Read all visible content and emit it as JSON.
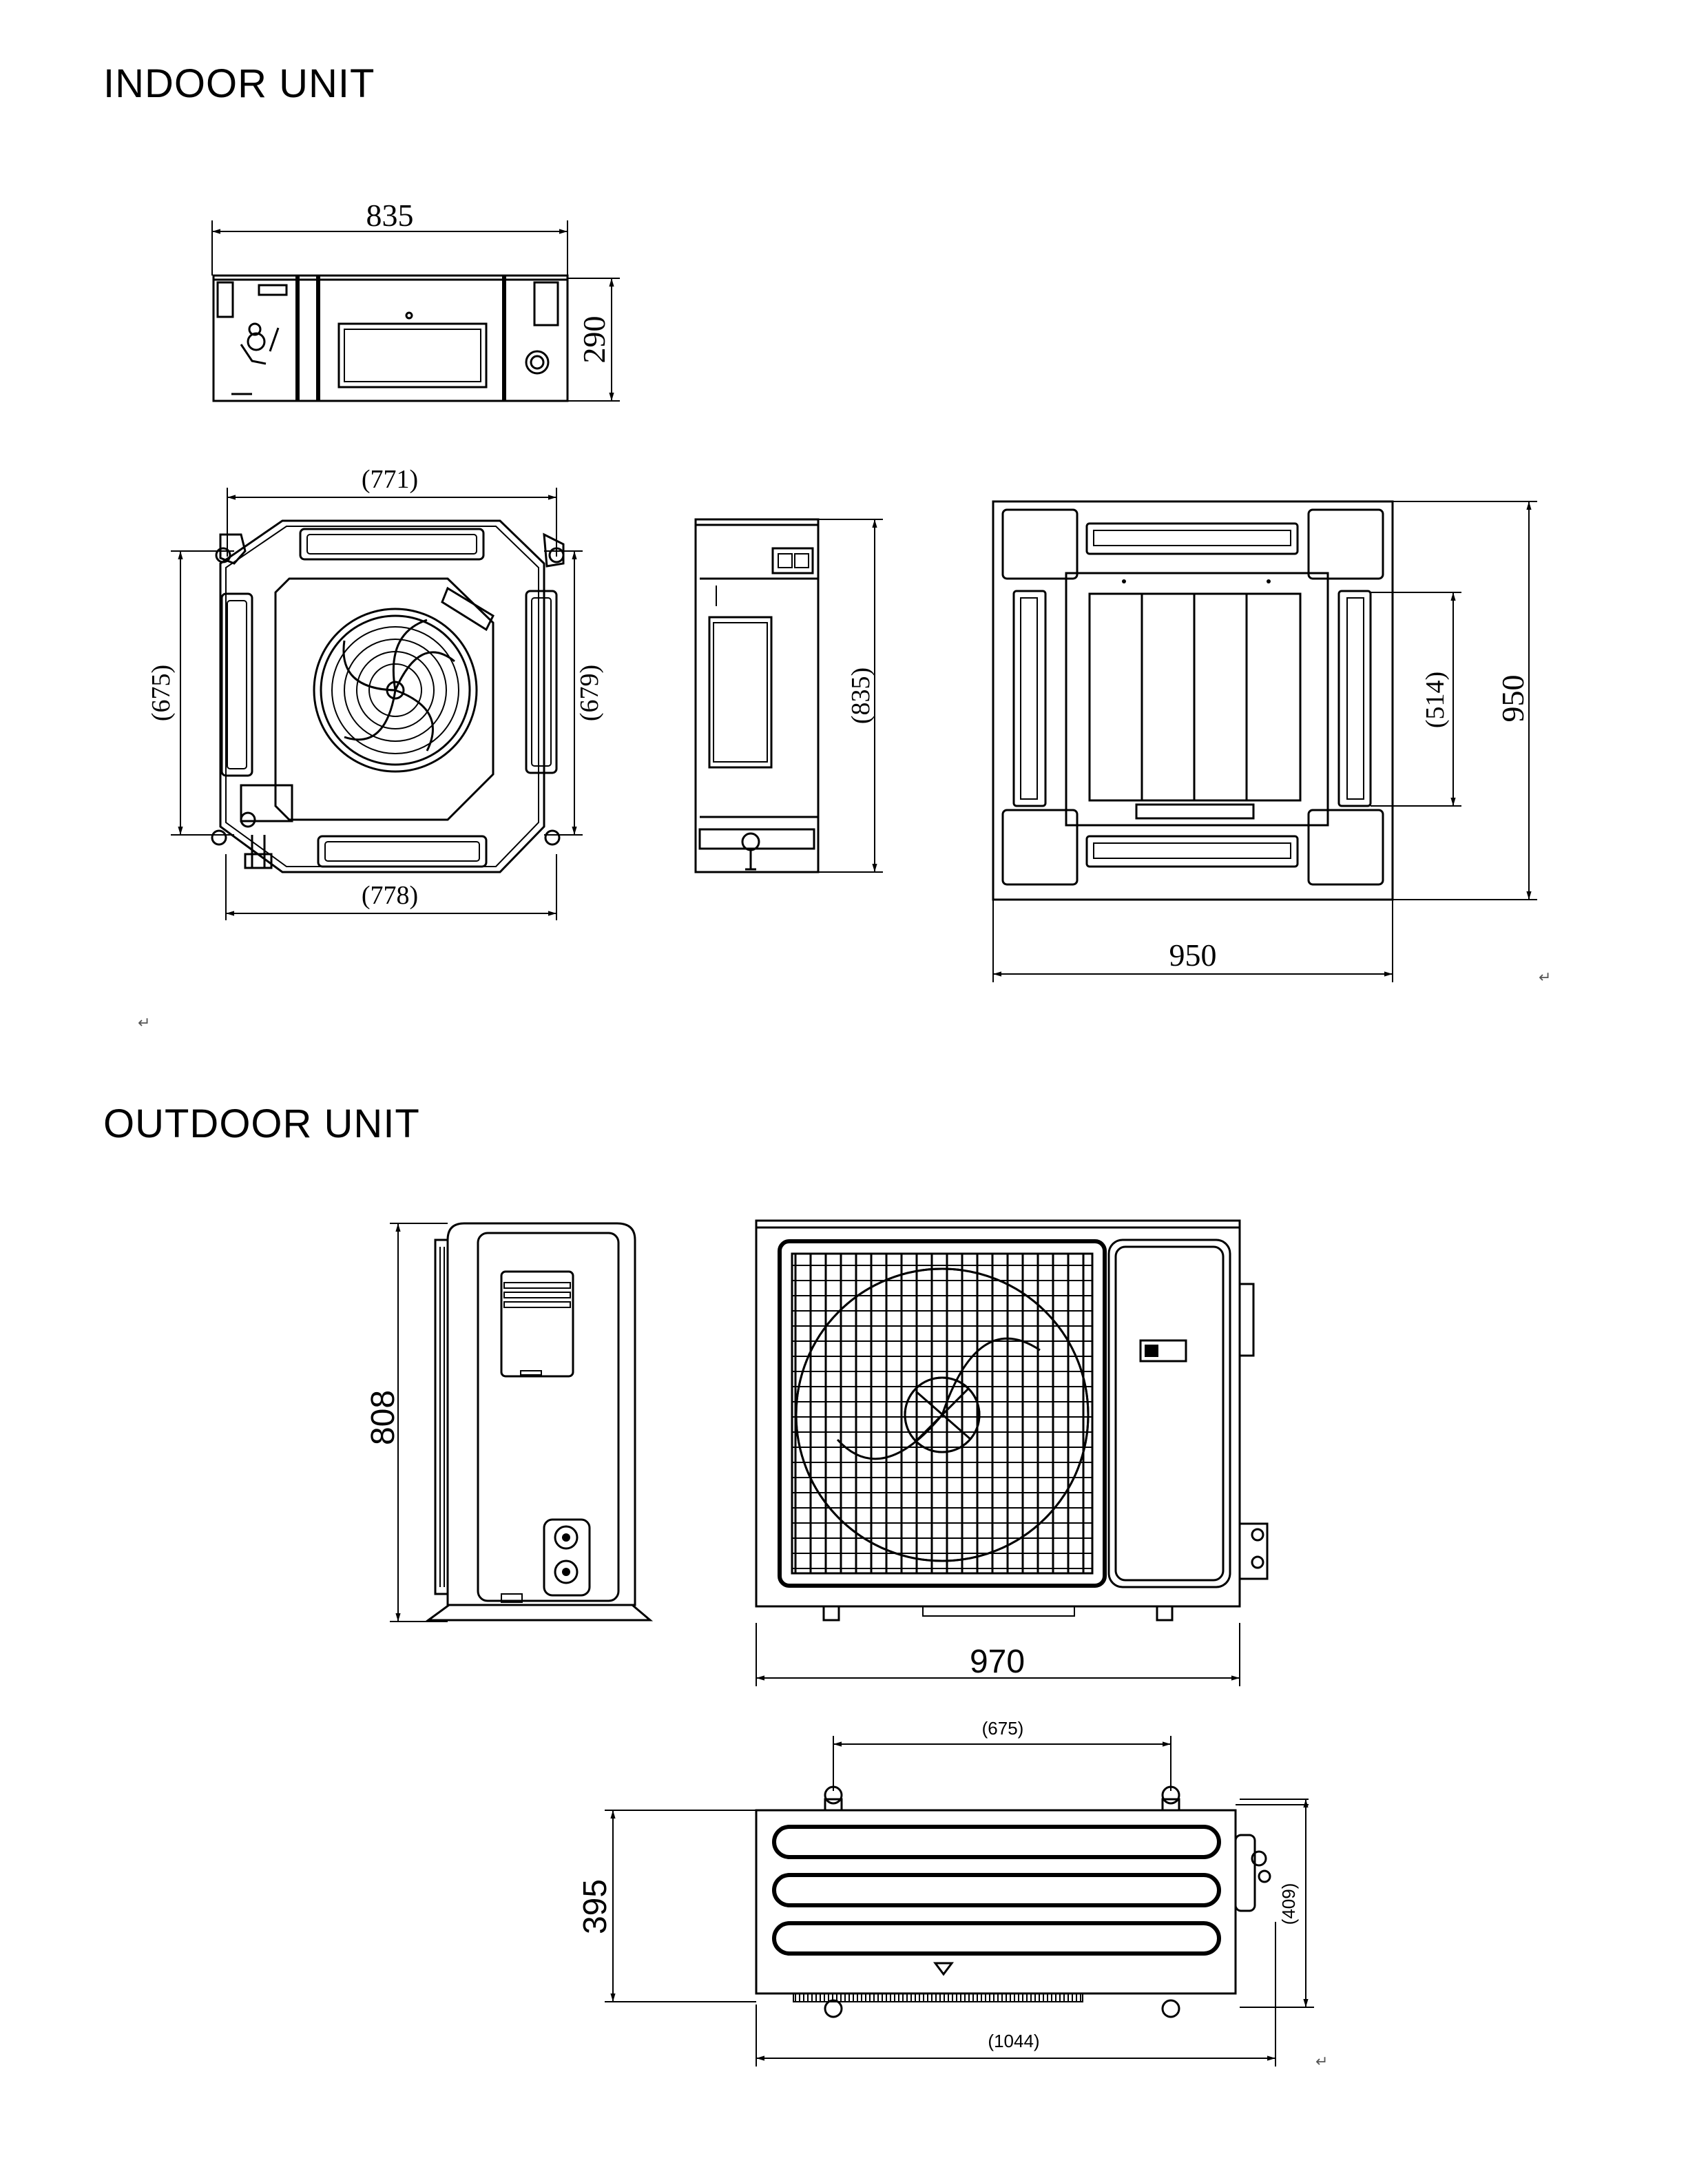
{
  "headings": {
    "indoor": "INDOOR UNIT",
    "outdoor": "OUTDOOR UNIT"
  },
  "indoor": {
    "side_width": "835",
    "side_height": "290",
    "bottom_top_width": "(771)",
    "bottom_left_height": "(675)",
    "bottom_right_height": "(679)",
    "bottom_bottom_width": "(778)",
    "profile_height": "(835)",
    "panel_inner_height": "(514)",
    "panel_height": "950",
    "panel_width": "950"
  },
  "outdoor": {
    "side_height": "808",
    "front_width": "970",
    "top_mount_width": "(675)",
    "top_depth": "395",
    "top_depth_right": "(409)",
    "top_overall_width": "(1044)"
  },
  "marks": {
    "return": "↵"
  }
}
